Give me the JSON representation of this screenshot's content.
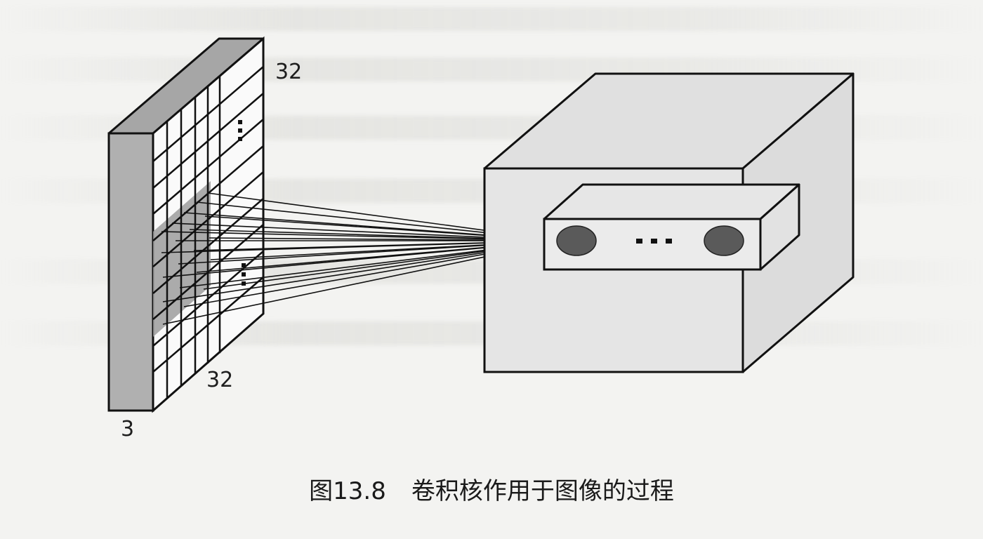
{
  "figure": {
    "input_width_label": "32",
    "input_height_label": "32",
    "input_depth_label": "3",
    "ellipsis": "…"
  },
  "caption": {
    "number": "图13.8",
    "text": "卷积核作用于图像的过程"
  }
}
